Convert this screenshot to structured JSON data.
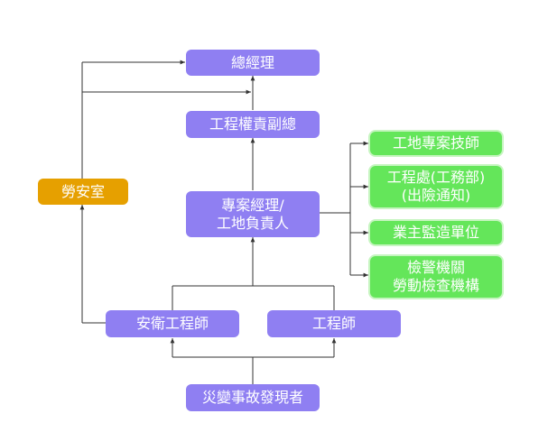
{
  "nodes": {
    "gm": "總經理",
    "deputy": "工程權責副總",
    "pm_line1": "專案經理/",
    "pm_line2": "工地負責人",
    "labor_office": "勞安室",
    "safety_engineer": "安衛工程師",
    "engineer": "工程師",
    "discoverer": "災變事故發現者",
    "site_tech": "工地專案技師",
    "eng_dept_line1": "工程處(工務部)",
    "eng_dept_line2": "(出險通知)",
    "owner_supervisor": "業主監造單位",
    "inspection_line1": "檢警機關",
    "inspection_line2": "勞動檢查機構"
  },
  "colors": {
    "management": "#8f7ff2",
    "external": "#64e65a",
    "labor_office": "#e6a000",
    "connector": "#333333"
  }
}
